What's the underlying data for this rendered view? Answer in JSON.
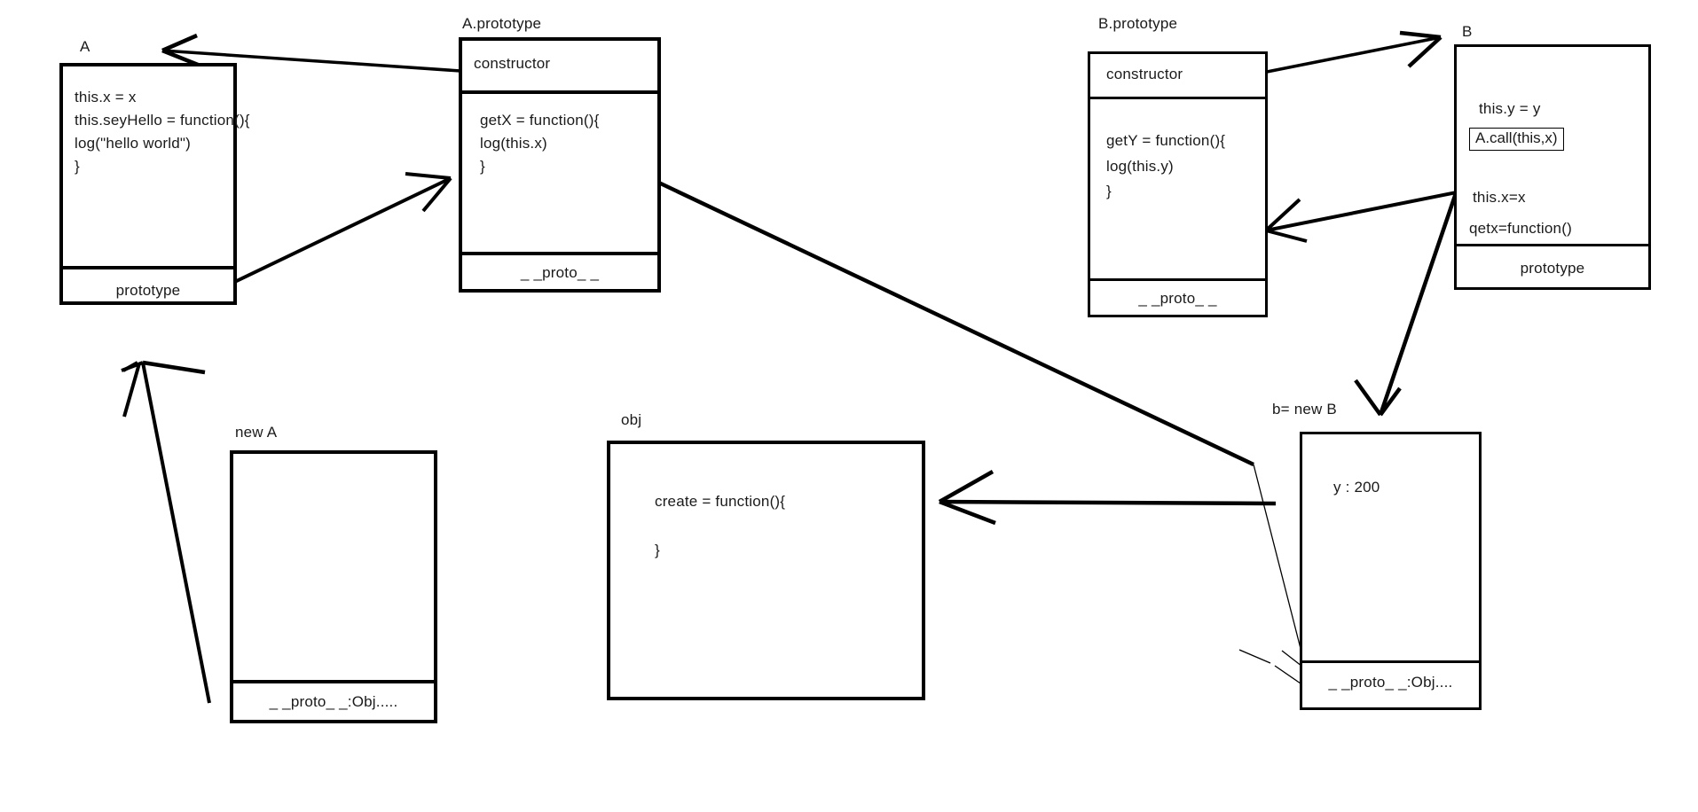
{
  "diagram": {
    "title": "JavaScript prototype chain sketch",
    "background": "#ffffff",
    "ink": "#000000",
    "text_color": "#1a1a1a"
  },
  "boxes": {
    "A": {
      "label": "A",
      "lines": [
        "this.x = x",
        "this.seyHello = function(){",
        "log(\"hello world\")",
        "}"
      ],
      "footer": "prototype"
    },
    "A_prototype": {
      "label": "A.prototype",
      "header": "constructor",
      "lines": [
        "getX = function(){",
        "log(this.x)",
        "}"
      ],
      "footer": "_ _proto_ _"
    },
    "B_prototype": {
      "label": "B.prototype",
      "header": "constructor",
      "lines": [
        "getY = function(){",
        "log(this.y)",
        "}"
      ],
      "footer": "_ _proto_ _"
    },
    "B": {
      "label": "B",
      "lines": [
        "this.y = y"
      ],
      "call_badge": "A.call(this,x)",
      "lines_after": [
        "this.x=x",
        "qetx=function()"
      ],
      "footer": "prototype"
    },
    "new_A": {
      "label": "new A",
      "lines": [],
      "footer": "_ _proto_ _:Obj....."
    },
    "obj": {
      "label": "obj",
      "lines": [
        "create = function(){",
        "}"
      ],
      "footer": ""
    },
    "b_new_B": {
      "label": "b=  new B",
      "lines": [
        "y : 200"
      ],
      "footer": "_ _proto_ _:Obj...."
    }
  },
  "connectors": [
    {
      "name": "a-prototype-constructor-to-A",
      "from": "A.prototype constructor",
      "to": "A box top-right"
    },
    {
      "name": "A-prototype-slot-to-A-prototype-box",
      "from": "A.prototype slot",
      "to": "A.prototype box left edge"
    },
    {
      "name": "new-A-proto-to-A-prototype-slot",
      "from": "new A __proto__",
      "to": "A prototype slot"
    },
    {
      "name": "b-prototype-constructor-to-B",
      "from": "B.prototype constructor",
      "to": "B box top-left"
    },
    {
      "name": "B-prototype-slot-to-B-prototype-box",
      "from": "B prototype slot",
      "to": "B.prototype box right edge"
    },
    {
      "name": "A-call-to-thisx",
      "from": "A.call(this,x)",
      "to": "this.x=x"
    },
    {
      "name": "B-to-b-instance",
      "from": "B box",
      "to": "b = new B box"
    },
    {
      "name": "A-prototype-to-b-proto",
      "from": "A.prototype body",
      "to": "b __proto__ / obj"
    },
    {
      "name": "b-proto-to-obj",
      "from": "b __proto__:Obj",
      "to": "obj box right edge"
    }
  ]
}
